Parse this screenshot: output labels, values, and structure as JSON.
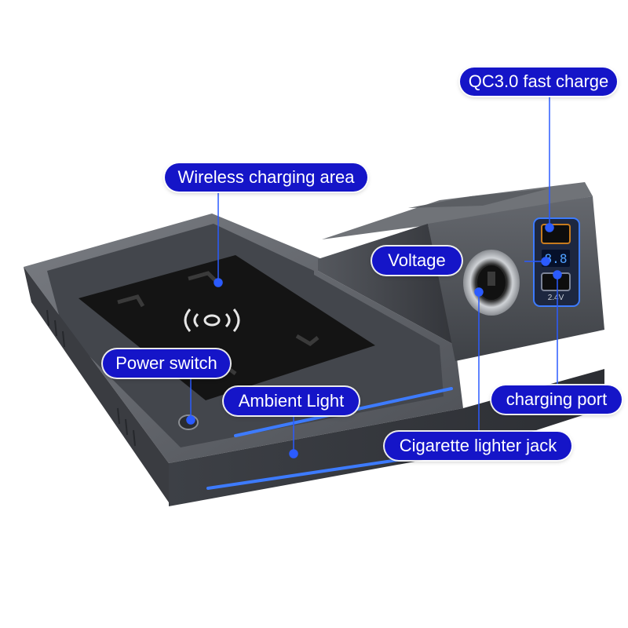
{
  "callouts": {
    "qc_fast_charge": "QC3.0 fast charge",
    "wireless_charging_area": "Wireless charging area",
    "voltage": "Voltage",
    "power_switch": "Power switch",
    "ambient_light": "Ambient Light",
    "charging_port": "charging port",
    "cigarette_lighter_jack": "Cigarette lighter jack"
  },
  "device": {
    "voltage_display": "8.8",
    "usb_rating": "2.4V"
  },
  "colors": {
    "callout_fill": "#1515c8",
    "leader_line": "#2b5bff",
    "ambient_glow": "#3d7bff",
    "housing": "#5a5d63",
    "pad": "#141414"
  }
}
